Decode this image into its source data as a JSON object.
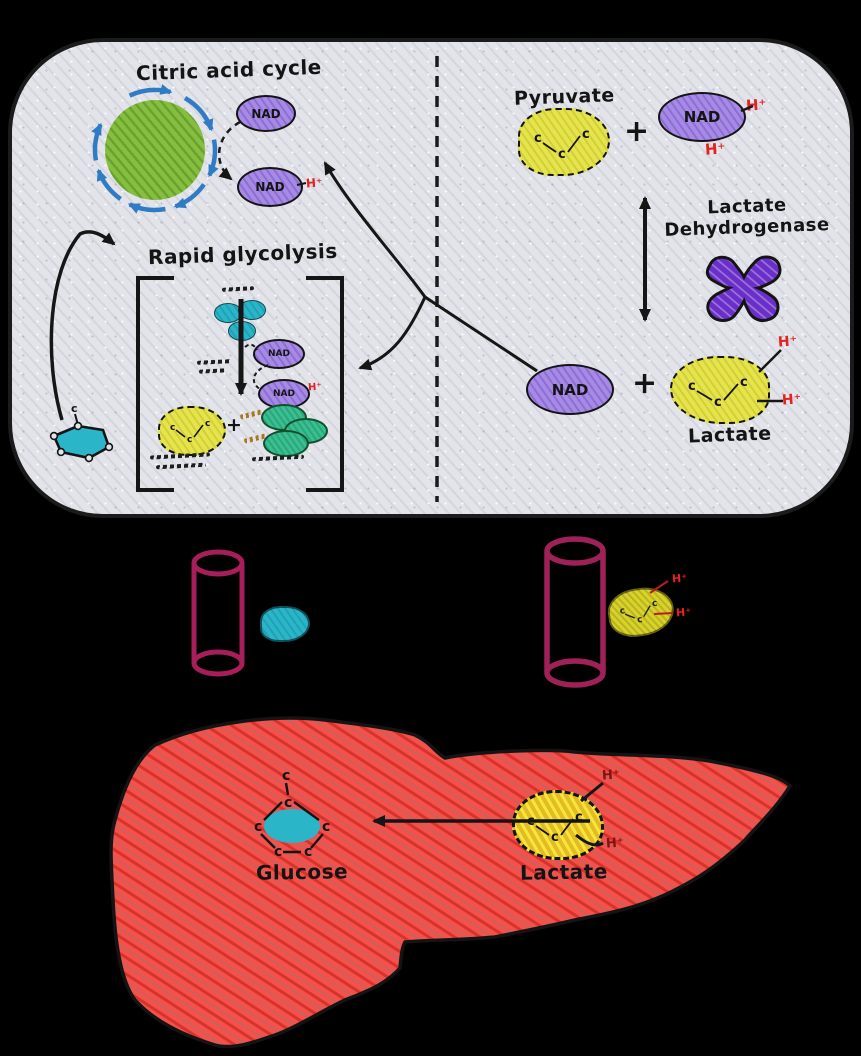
{
  "symbols": {
    "nad": "NAD",
    "h_plus": "H⁺",
    "plus": "+",
    "carbon": "C",
    "carbon_small": "c"
  },
  "cell": {
    "citric_title": "Citric acid cycle",
    "glycolysis_title": "Rapid glycolysis",
    "pyruvate_label": "Pyruvate",
    "ldh_label_line1": "Lactate",
    "ldh_label_line2": "Dehydrogenase",
    "lactate_label": "Lactate"
  },
  "liver": {
    "glucose_label": "Glucose",
    "lactate_label": "Lactate"
  },
  "colors": {
    "background": "#000000",
    "cell_fill": "#e3e4ea",
    "ink": "#1a1a1a",
    "citric_green": "#86bf40",
    "cycle_arrow_blue": "#2f7cc4",
    "nad_purple": "#a78ae4",
    "enzyme_purple": "#6a2fc9",
    "metabolite_yellow": "#e6e44d",
    "glucose_teal": "#2ab5c9",
    "atp_green": "#38bf92",
    "phosphate_gold": "#a8791c",
    "transporter_maroon": "#a81e5a",
    "liver_red": "#f5514b",
    "h_plus_red": "#e32222",
    "h_plus_liver_dark": "#7e1414"
  }
}
